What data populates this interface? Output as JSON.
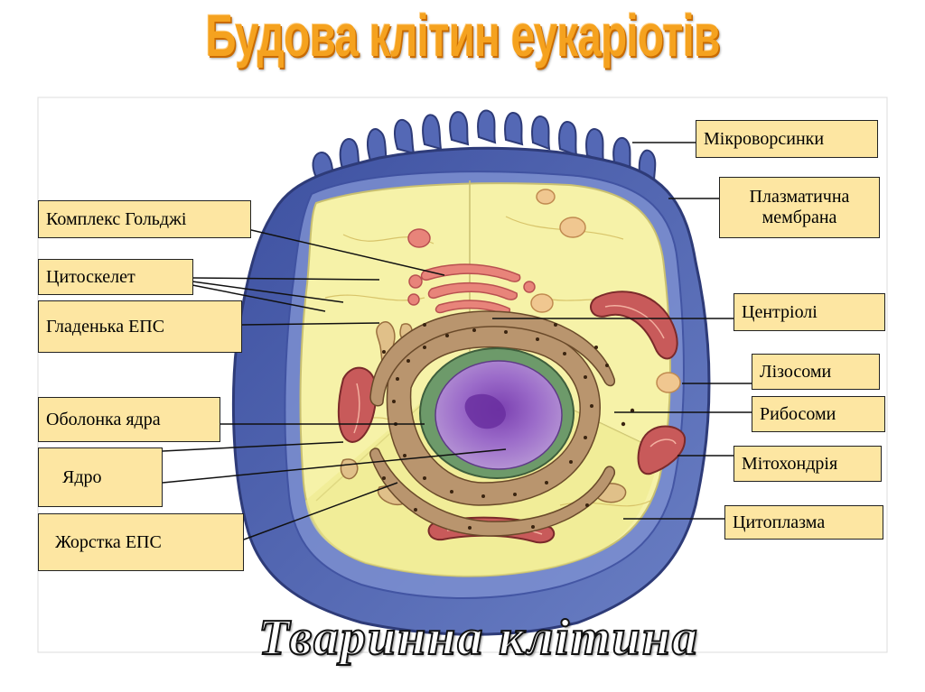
{
  "title": "Будова клітин еукаріотів",
  "caption": "Тваринна клітина",
  "labels": {
    "microvilli": "Мікроворсинки",
    "plasma_membrane": "Плазматична мембрана",
    "golgi": "Комплекс Гольджі",
    "cytoskeleton": "Цитоскелет",
    "smooth_er": "Гладенька ЕПС",
    "centrioles": "Центріолі",
    "lysosomes": "Лізосоми",
    "nuclear_envelope": "Оболонка ядра",
    "ribosomes": "Рибосоми",
    "nucleus": "Ядро",
    "mitochondria": "Мітохондрія",
    "rough_er": "Жорстка ЕПС",
    "cytoplasm": "Цитоплазма"
  },
  "colors": {
    "membrane": "#4a5fa8",
    "cytoplasm": "#f6f2a8",
    "nucleus": "#9b6bc9",
    "nuclear_envelope": "#6d9a6a",
    "rough_er": "#b9956e",
    "organelle_red": "#c85a5a",
    "label_bg": "#fde6a2",
    "title": "#f5a21f"
  }
}
